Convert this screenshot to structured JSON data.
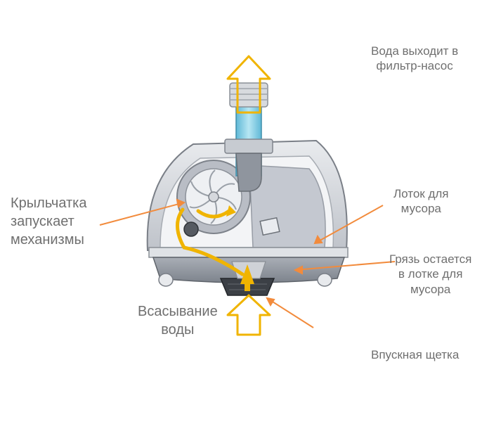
{
  "labels": {
    "water_out": [
      "Вода выходит в",
      "фильтр-насос"
    ],
    "impeller": [
      "Крыльчатка",
      "запускает",
      "механизмы"
    ],
    "debris_tray": [
      "Лоток для",
      "мусора"
    ],
    "dirt_stays": [
      "Грязь остается",
      "в лотке для",
      "мусора"
    ],
    "water_suction": [
      "Всасывание",
      "воды"
    ],
    "intake_brush": "Впускная щетка"
  },
  "colors": {
    "callout_arrow": "#f28b3c",
    "flow_arrow": "#f0b400",
    "flow_arrow_fill": "#fff6cc",
    "label_text": "#6f6f6f",
    "tube": "#8fd4e8",
    "housing": "#9aa0ab"
  }
}
